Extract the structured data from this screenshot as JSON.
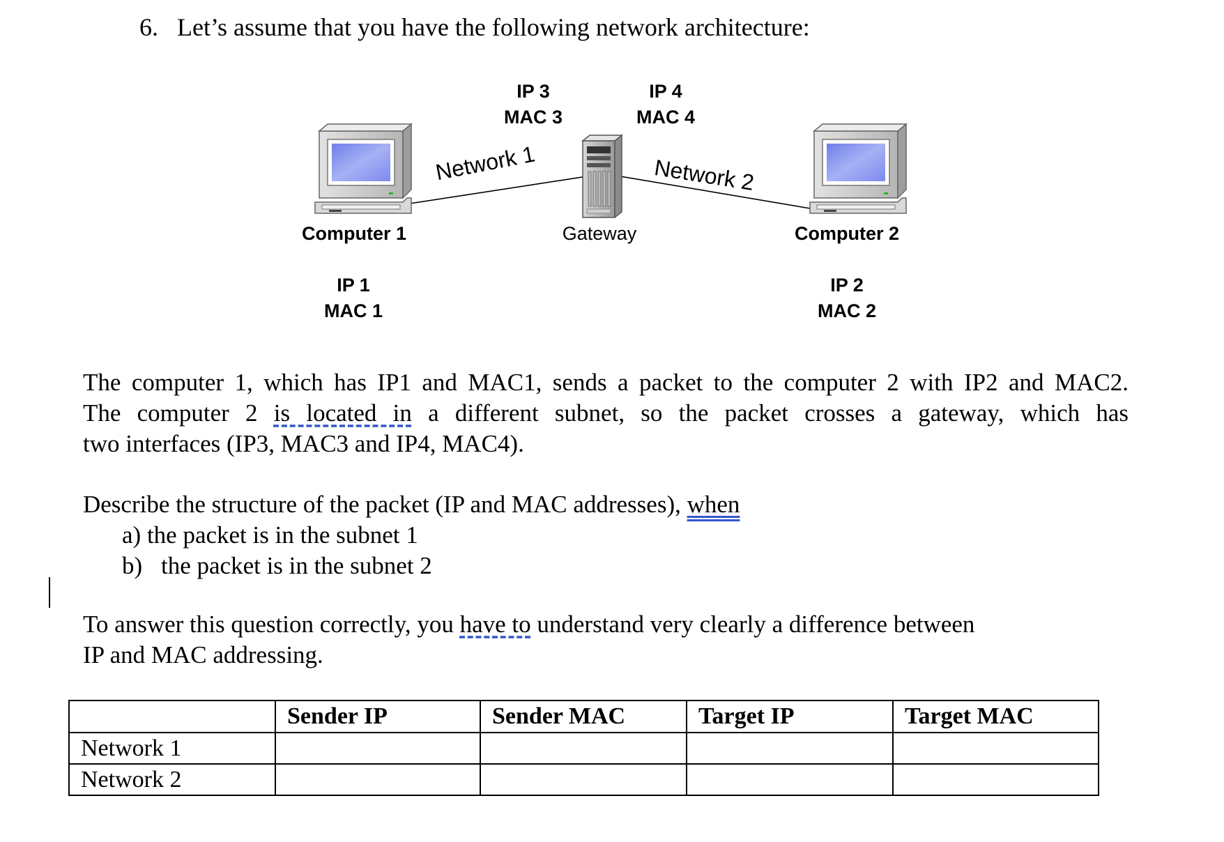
{
  "question": {
    "number": "6.",
    "text": "Let’s assume that you have the following network architecture:"
  },
  "diagram": {
    "gateway": {
      "label": "Gateway",
      "interface_1": {
        "ip": "IP 3",
        "mac": "MAC 3"
      },
      "interface_2": {
        "ip": "IP 4",
        "mac": "MAC 4"
      }
    },
    "computer_1": {
      "label": "Computer 1",
      "ip": "IP 1",
      "mac": "MAC 1"
    },
    "computer_2": {
      "label": "Computer 2",
      "ip": "IP 2",
      "mac": "MAC 2"
    },
    "network_1_label": "Network 1",
    "network_2_label": "Network 2"
  },
  "paragraph_1": {
    "line_1": "The computer 1, which has IP1 and MAC1, sends a packet to the computer 2 with IP2 and MAC2.",
    "line_2_start": "The computer 2",
    "line_2_marked": "is located in",
    "line_2_end": "a different subnet, so the packet crosses a gateway, which has",
    "line_3": "two interfaces (IP3, MAC3 and IP4, MAC4)."
  },
  "paragraph_2": {
    "text_start": "Describe the structure of the packet (IP and MAC addresses),",
    "text_marked": "when",
    "item_a": "a) the packet is in the subnet 1",
    "item_b_marker": "b)",
    "item_b_text": "the packet is in the subnet 2"
  },
  "paragraph_3": {
    "line_1_start": "To answer this question correctly, you",
    "line_1_marked": "have to",
    "line_1_end": "understand very clearly a difference between",
    "line_2": "IP and MAC addressing."
  },
  "table": {
    "headers": [
      "",
      "Sender IP",
      "Sender MAC",
      "Target IP",
      "Target MAC"
    ],
    "rows": [
      {
        "label": "Network 1",
        "cells": [
          "",
          "",
          "",
          ""
        ]
      },
      {
        "label": "Network 2",
        "cells": [
          "",
          "",
          "",
          ""
        ]
      }
    ]
  },
  "colors": {
    "monitor_screen": "#8f9bf0",
    "monitor_body": "#c8c8c8",
    "proofing_underline": "#3355cc"
  }
}
